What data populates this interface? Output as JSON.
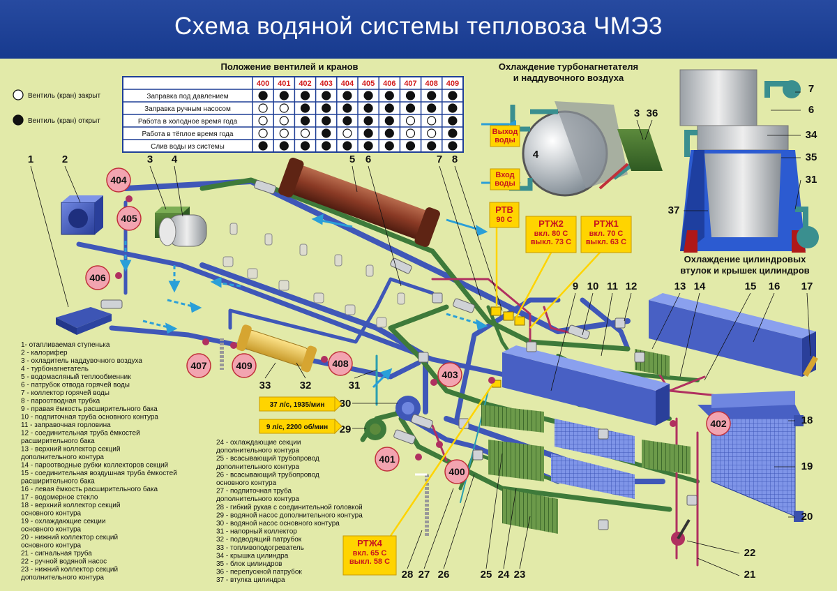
{
  "title": "Схема водяной системы тепловоза ЧМЭ3",
  "valve_legend": [
    {
      "state": "closed",
      "text": "Вентиль (кран) закрыт"
    },
    {
      "state": "open",
      "text": "Вентиль (кран) открыт"
    }
  ],
  "table": {
    "title": "Положение  вентилей  и  кранов",
    "columns": [
      "400",
      "401",
      "402",
      "403",
      "404",
      "405",
      "406",
      "407",
      "408",
      "409"
    ],
    "rows": [
      {
        "label": "Заправка  под  давлением",
        "states": [
          1,
          1,
          1,
          1,
          1,
          1,
          1,
          1,
          1,
          1
        ]
      },
      {
        "label": "Заправка  ручным  насосом",
        "states": [
          0,
          0,
          1,
          1,
          1,
          1,
          1,
          1,
          1,
          1
        ]
      },
      {
        "label": "Работа  в  холодное  время  года",
        "states": [
          0,
          0,
          1,
          1,
          1,
          1,
          1,
          0,
          0,
          1
        ]
      },
      {
        "label": "Работа  в  тёплое  время  года",
        "states": [
          0,
          0,
          0,
          1,
          0,
          1,
          1,
          0,
          0,
          1
        ]
      },
      {
        "label": "Слив  воды  из  системы",
        "states": [
          1,
          1,
          1,
          1,
          1,
          1,
          1,
          1,
          1,
          1
        ]
      }
    ]
  },
  "turbo_caption": [
    "Охлаждение турбонагнетателя",
    "и наддувочного воздуха"
  ],
  "cylinder_caption": [
    "Охлаждение цилиндровых",
    "втулок и крышек цилиндров"
  ],
  "turbo_labels": {
    "outlet": [
      "Выход",
      "воды"
    ],
    "inlet": [
      "Вход",
      "воды"
    ]
  },
  "thermostats": [
    {
      "id": "rtv",
      "name": "РТВ",
      "lines": [
        "90 С"
      ]
    },
    {
      "id": "rtzh2",
      "name": "РТЖ2",
      "lines": [
        "вкл. 80 С",
        "выкл. 73 С"
      ]
    },
    {
      "id": "rtzh1",
      "name": "РТЖ1",
      "lines": [
        "вкл. 70 С",
        "выкл. 63 С"
      ]
    },
    {
      "id": "rtzh4",
      "name": "РТЖ4",
      "lines": [
        "вкл. 65 С",
        "выкл. 58 С"
      ]
    }
  ],
  "flow_labels": [
    "37 л/с, 1935/мин",
    "9 л/с, 2200 об/мин"
  ],
  "valves": [
    "400",
    "401",
    "402",
    "403",
    "404",
    "405",
    "406",
    "407",
    "408",
    "409"
  ],
  "labels": [
    "1",
    "2",
    "3",
    "4",
    "5",
    "6",
    "7",
    "8",
    "9",
    "10",
    "11",
    "12",
    "13",
    "14",
    "15",
    "16",
    "17",
    "18",
    "19",
    "20",
    "21",
    "22",
    "23",
    "24",
    "25",
    "26",
    "27",
    "28",
    "29",
    "30",
    "31",
    "32",
    "33",
    "3",
    "36",
    "4",
    "7",
    "6",
    "34",
    "35",
    "31",
    "37"
  ],
  "legend_left": [
    "1- отапливаемая   ступенька",
    "2 - калорифер",
    "3 - охладитель  наддувочного  воздуха",
    "4 - турбонагнетатель",
    "5 - водомасляный  теплообменник",
    "6 - патрубок  отвода  горячей  воды",
    "7 - коллектор  горячей  воды",
    "8 - пароотводная  трубка",
    "9 - правая  ёмкость  расширительного  бака",
    "10 - подпиточная  труба  основного  контура",
    "11 - заправочная  горловина",
    "12 - соединительная  труба  ёмкостей",
    "расширительного  бака",
    "13 - верхний  коллектор  секций",
    "дополнительного  контура",
    "14 - пароотводные  рубки  коллекторов  секций",
    "15 - соединительная  воздушная  труба  ёмкостей",
    "расширительного  бака",
    "16 - левая  ёмкость  расширительного  бака",
    "17 - водомерное  стекло",
    "18 - верхний  коллектор  секций",
    " основного  контура",
    "19 - охлаждающие  секции",
    " основного  контура",
    "20 - нижний  коллектор  секций",
    "основного  контура",
    "21 - сигнальная  труба",
    "22 - ручной  водяной  насос",
    "23 - нижний  коллектор  секций",
    "дополнительного  контура"
  ],
  "legend_mid": [
    "24 - охлаждающие  секции",
    "дополнительного  контура",
    "25 - всасывающий  трубопровод",
    "дополнительного  контура",
    "26 - всасывающий   трубопровод",
    "основного  контура",
    "27 - подпиточная  труба",
    " дополнительного  контура",
    "28 - гибкий  рукав  с  соединительной  головкой",
    "29 - водяной  насос  дополнительного  контура",
    "30 - водяной  насос  основного  контура",
    "31 - напорный  коллектор",
    "32 - подводящий  патрубок",
    "33 - топливоподогреватель",
    "34 - крышка  цилиндра",
    "35 - блок  цилиндров",
    "36 - перепускной  патрубок",
    "37 - втулка  цилиндра"
  ],
  "colors": {
    "background": "#e2eaa9",
    "title_bar": "#1f3f96",
    "blue_pipe": "#3f57b8",
    "green_pipe": "#3e7a3a",
    "red_pipe": "#b03060",
    "valve_fill": "#f2a4b0",
    "thermostat_fill": "#ffd400"
  }
}
